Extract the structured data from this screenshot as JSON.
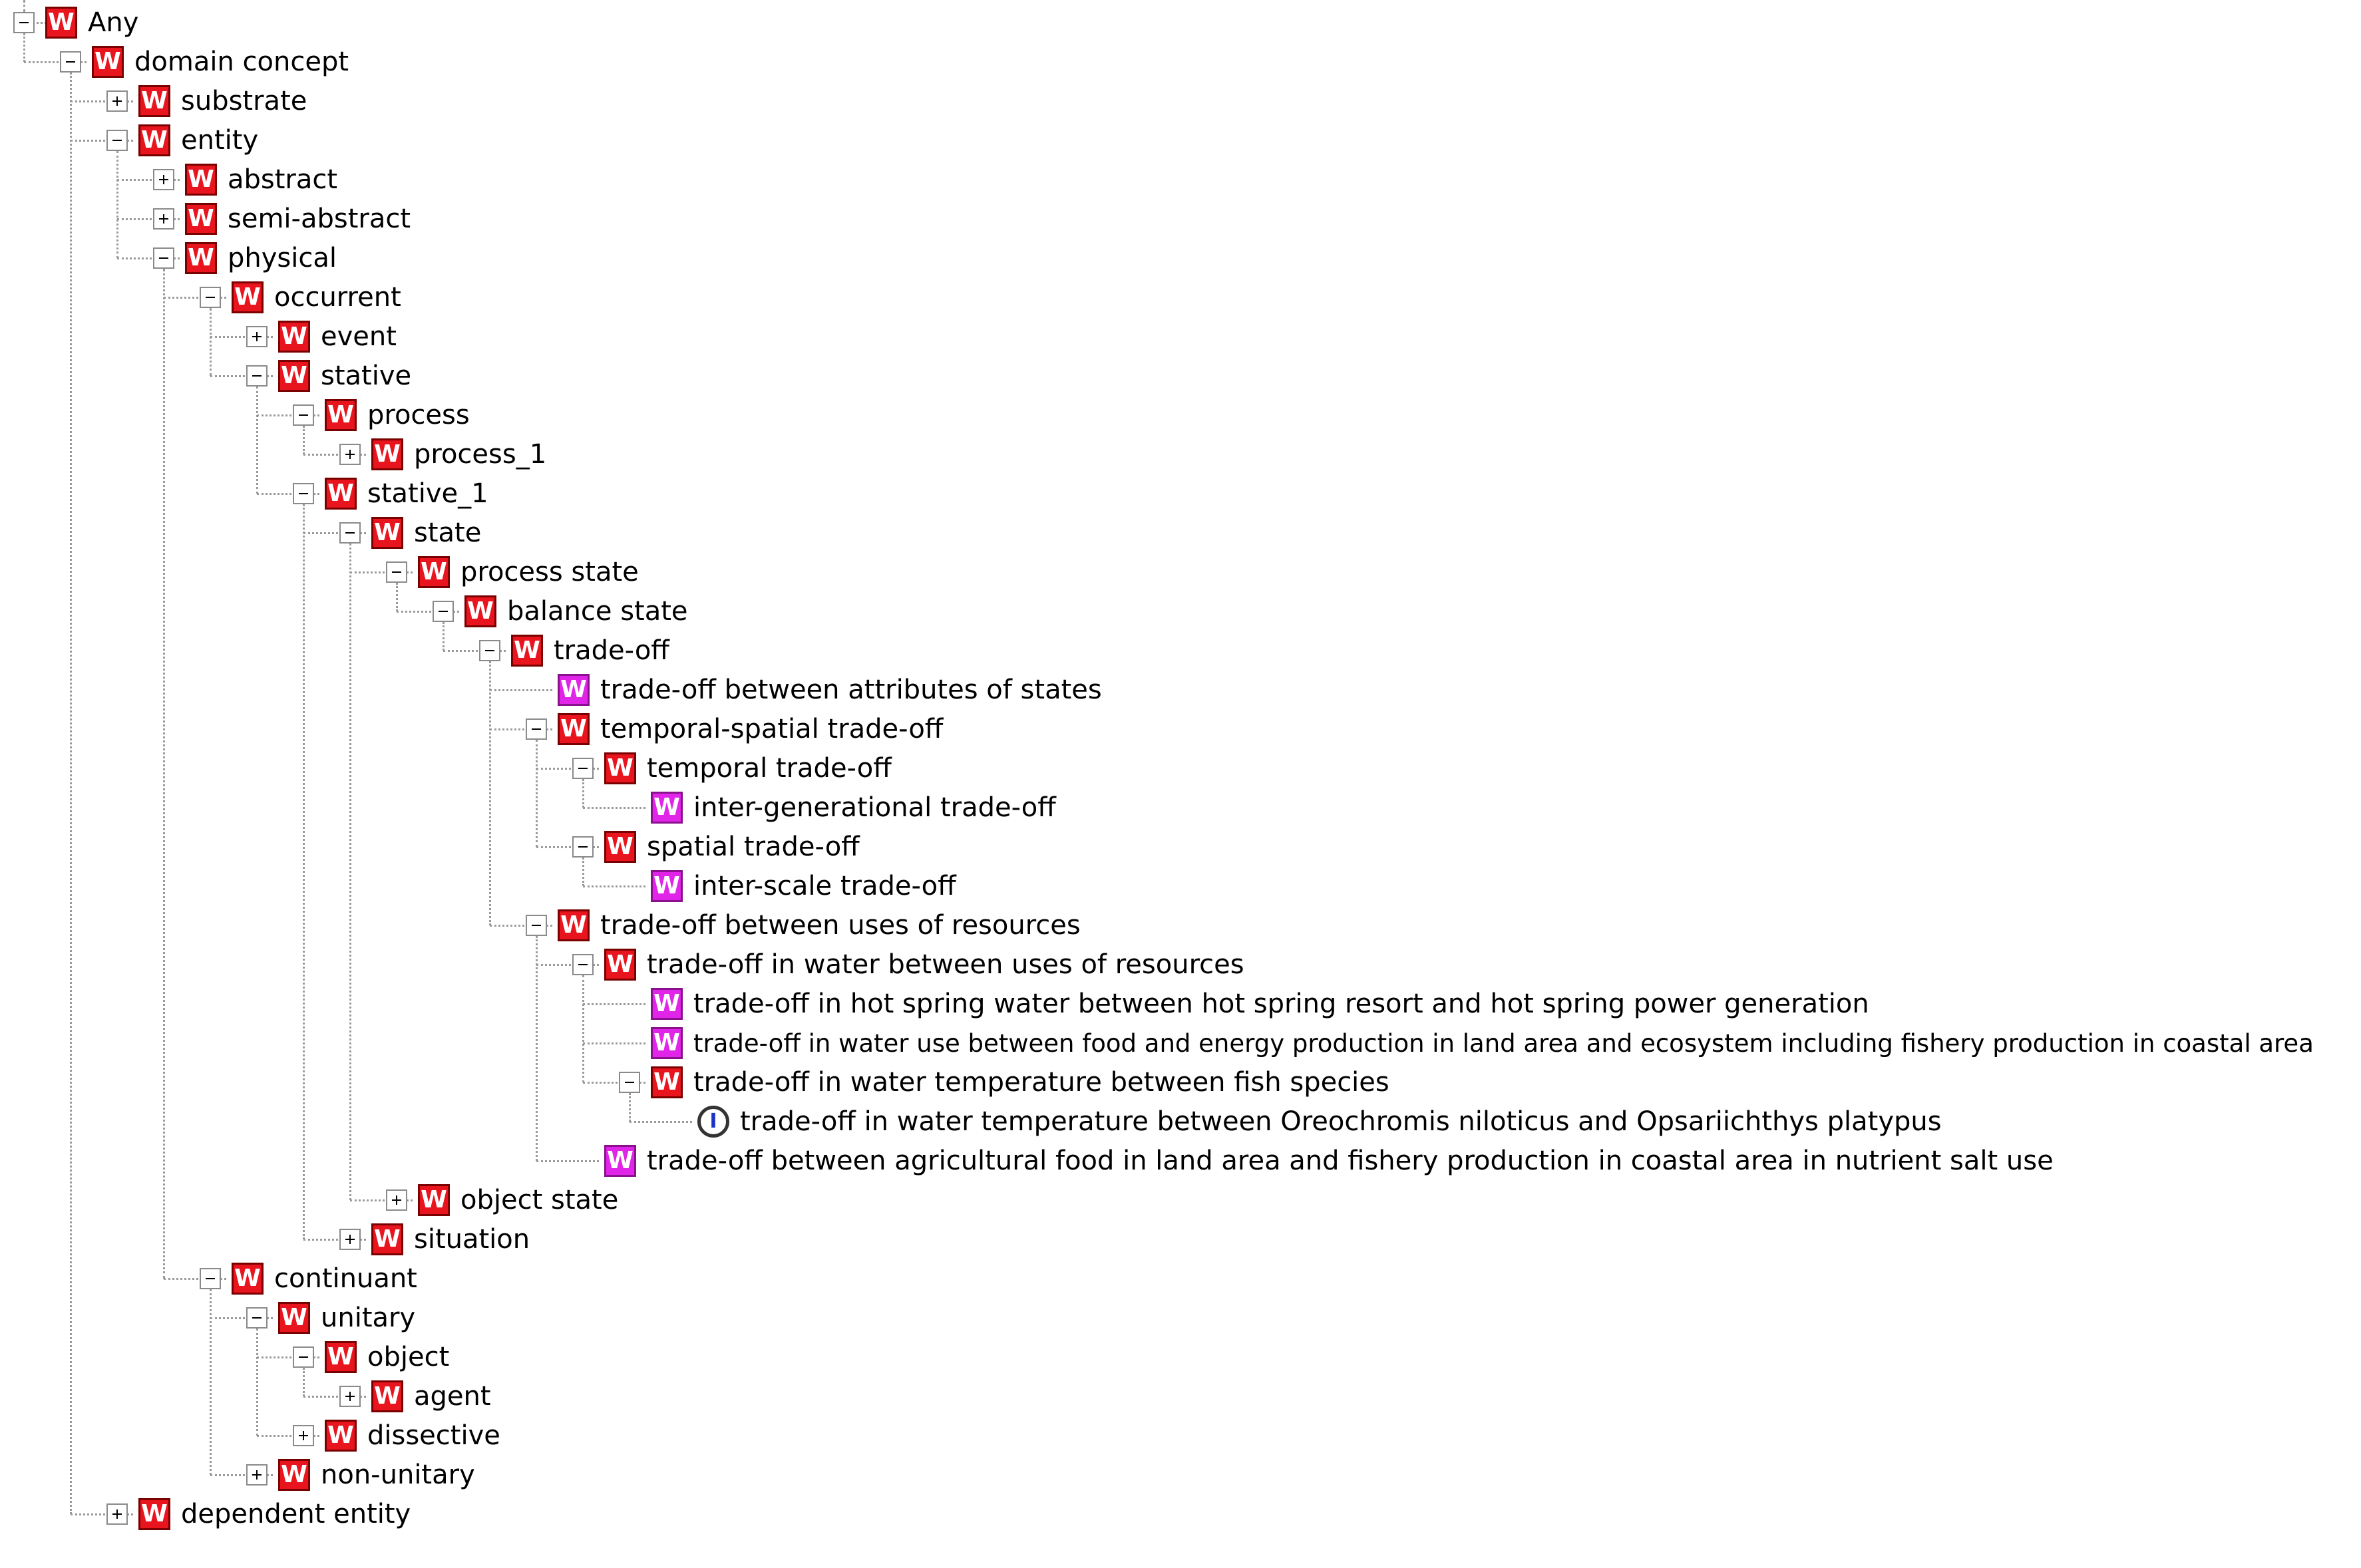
{
  "badge_glyphs": {
    "class": "W",
    "instance": "I"
  },
  "icon_names": {
    "class": "class-w-icon",
    "class_leaf": "class-w-leaf-icon",
    "instance": "instance-i-icon"
  },
  "colors": {
    "class": "#e8141e",
    "class_leaf": "#e025e8",
    "instance_letter": "#1a33c8",
    "connector": "#9a9a9a"
  },
  "tree": {
    "label": "Any",
    "state": "expanded",
    "icon": "class",
    "children": [
      {
        "label": "domain concept",
        "state": "expanded",
        "icon": "class",
        "children": [
          {
            "label": "substrate",
            "state": "collapsed",
            "icon": "class"
          },
          {
            "label": "entity",
            "state": "expanded",
            "icon": "class",
            "children": [
              {
                "label": "abstract",
                "state": "collapsed",
                "icon": "class"
              },
              {
                "label": "semi-abstract",
                "state": "collapsed",
                "icon": "class"
              },
              {
                "label": "physical",
                "state": "expanded",
                "icon": "class",
                "children": [
                  {
                    "label": "occurrent",
                    "state": "expanded",
                    "icon": "class",
                    "children": [
                      {
                        "label": "event",
                        "state": "collapsed",
                        "icon": "class"
                      },
                      {
                        "label": "stative",
                        "state": "expanded",
                        "icon": "class",
                        "children": [
                          {
                            "label": "process",
                            "state": "expanded",
                            "icon": "class",
                            "children": [
                              {
                                "label": "process_1",
                                "state": "collapsed",
                                "icon": "class"
                              }
                            ]
                          },
                          {
                            "label": "stative_1",
                            "state": "expanded",
                            "icon": "class",
                            "children": [
                              {
                                "label": "state",
                                "state": "expanded",
                                "icon": "class",
                                "children": [
                                  {
                                    "label": "process state",
                                    "state": "expanded",
                                    "icon": "class",
                                    "children": [
                                      {
                                        "label": "balance state",
                                        "state": "expanded",
                                        "icon": "class",
                                        "children": [
                                          {
                                            "label": "trade-off",
                                            "state": "expanded",
                                            "icon": "class",
                                            "children": [
                                              {
                                                "label": "trade-off between attributes of states",
                                                "state": "leaf",
                                                "icon": "class_leaf"
                                              },
                                              {
                                                "label": "temporal-spatial trade-off",
                                                "state": "expanded",
                                                "icon": "class",
                                                "children": [
                                                  {
                                                    "label": "temporal trade-off",
                                                    "state": "expanded",
                                                    "icon": "class",
                                                    "children": [
                                                      {
                                                        "label": "inter-generational trade-off",
                                                        "state": "leaf",
                                                        "icon": "class_leaf"
                                                      }
                                                    ]
                                                  },
                                                  {
                                                    "label": "spatial trade-off",
                                                    "state": "expanded",
                                                    "icon": "class",
                                                    "children": [
                                                      {
                                                        "label": "inter-scale trade-off",
                                                        "state": "leaf",
                                                        "icon": "class_leaf"
                                                      }
                                                    ]
                                                  }
                                                ]
                                              },
                                              {
                                                "label": "trade-off between uses of resources",
                                                "state": "expanded",
                                                "icon": "class",
                                                "children": [
                                                  {
                                                    "label": "trade-off in water between uses of resources",
                                                    "state": "expanded",
                                                    "icon": "class",
                                                    "children": [
                                                      {
                                                        "label": "trade-off in hot spring water between hot spring resort and hot spring power generation",
                                                        "state": "leaf",
                                                        "icon": "class_leaf"
                                                      },
                                                      {
                                                        "label": "trade-off in water use between food and energy production in land area and ecosystem including fishery production in coastal area",
                                                        "state": "leaf",
                                                        "icon": "class_leaf"
                                                      },
                                                      {
                                                        "label": "trade-off in water temperature between fish species",
                                                        "state": "expanded",
                                                        "icon": "class",
                                                        "children": [
                                                          {
                                                            "label": "trade-off in water temperature between Oreochromis niloticus and Opsariichthys platypus",
                                                            "state": "leaf",
                                                            "icon": "instance"
                                                          }
                                                        ]
                                                      }
                                                    ]
                                                  },
                                                  {
                                                    "label": "trade-off between agricultural food in land area and fishery production in coastal area in nutrient salt use",
                                                    "state": "leaf",
                                                    "icon": "class_leaf"
                                                  }
                                                ]
                                              }
                                            ]
                                          }
                                        ]
                                      }
                                    ]
                                  },
                                  {
                                    "label": "object state",
                                    "state": "collapsed",
                                    "icon": "class"
                                  }
                                ]
                              },
                              {
                                "label": "situation",
                                "state": "collapsed",
                                "icon": "class"
                              }
                            ]
                          }
                        ]
                      }
                    ]
                  },
                  {
                    "label": "continuant",
                    "state": "expanded",
                    "icon": "class",
                    "children": [
                      {
                        "label": "unitary",
                        "state": "expanded",
                        "icon": "class",
                        "children": [
                          {
                            "label": "object",
                            "state": "expanded",
                            "icon": "class",
                            "children": [
                              {
                                "label": "agent",
                                "state": "collapsed",
                                "icon": "class"
                              }
                            ]
                          },
                          {
                            "label": "dissective",
                            "state": "collapsed",
                            "icon": "class"
                          }
                        ]
                      },
                      {
                        "label": "non-unitary",
                        "state": "collapsed",
                        "icon": "class"
                      }
                    ]
                  }
                ]
              }
            ]
          },
          {
            "label": "dependent entity",
            "state": "collapsed",
            "icon": "class"
          }
        ]
      }
    ]
  }
}
